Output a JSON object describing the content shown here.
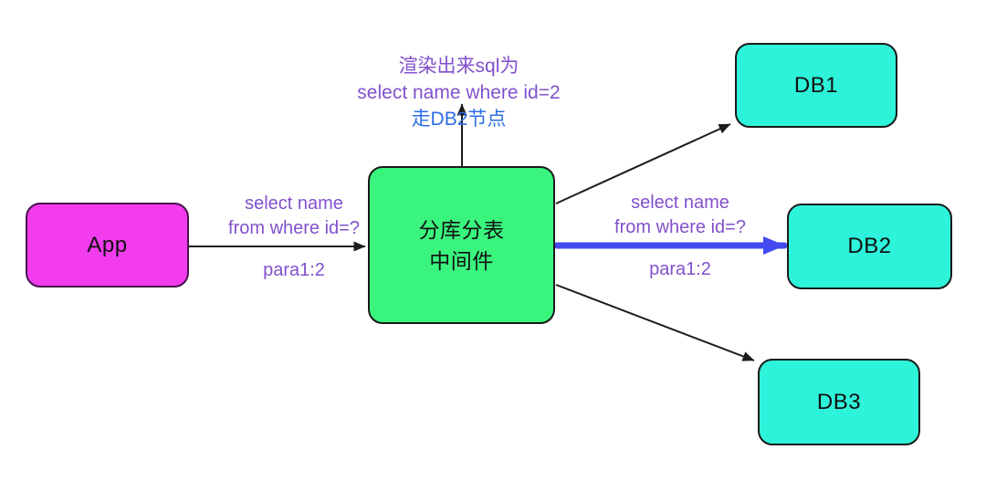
{
  "nodes": {
    "app": {
      "label": "App",
      "fill": "#f23ced",
      "border": "#46134d"
    },
    "middleware": {
      "label_line1": "分库分表",
      "label_line2": "中间件",
      "fill": "#39f57e",
      "border": "#1a1a1a"
    },
    "db1": {
      "label": "DB1",
      "fill": "#2df3da",
      "border": "#1a1a1a"
    },
    "db2": {
      "label": "DB2",
      "fill": "#2df3da",
      "border": "#1a1a1a"
    },
    "db3": {
      "label": "DB3",
      "fill": "#2df3da",
      "border": "#1a1a1a"
    }
  },
  "edges": {
    "app_to_middleware": {
      "sql_line1": "select name",
      "sql_line2": "from where id=?",
      "param": "para1:2",
      "color": "#1c1c1c"
    },
    "middleware_to_db2": {
      "sql_line1": "select name",
      "sql_line2": "from where id=?",
      "param": "para1:2",
      "color": "#424af0"
    },
    "middleware_to_db1": {
      "color": "#1c1c1c"
    },
    "middleware_to_db3": {
      "color": "#1c1c1c"
    },
    "middleware_to_annotation": {
      "color": "#1c1c1c"
    }
  },
  "annotation": {
    "line1": "渲染出来sql为",
    "line2": "select name where id=2",
    "line3": "走DB2节点",
    "line1_color": "#8251cb",
    "line2_color": "#8251cb",
    "line3_color": "#2e6ce6"
  },
  "colors": {
    "background": "#ffffff",
    "label_purple": "#8251cb",
    "label_blue": "#2e6ce6",
    "highlight_arrow_blue": "#424af0",
    "arrow_black": "#1c1c1c"
  }
}
